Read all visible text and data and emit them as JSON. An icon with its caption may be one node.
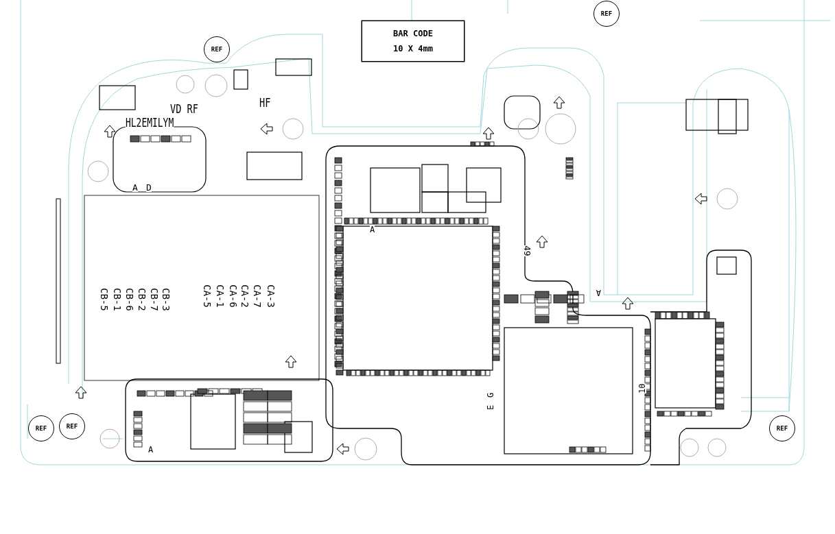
{
  "diagram": {
    "nodes": [
      {
        "text": [
          "BAR CODE",
          "10 X 4mm"
        ]
      },
      {
        "text": [
          "REF"
        ]
      },
      {
        "text": [
          "REF"
        ]
      },
      {
        "text": [
          "REF"
        ]
      },
      {
        "text": [
          "REF"
        ]
      },
      {
        "text": [
          "REF"
        ]
      }
    ],
    "labels": [
      "HL2EMILYM",
      "VD RF",
      "HF",
      "A",
      "D",
      "A",
      "49",
      "CB-5",
      "CB-1",
      "CB-6",
      "CB-2",
      "CB-7",
      "CB-3",
      "CA-5",
      "CA-1",
      "CA-6",
      "CA-2",
      "CA-7",
      "CA-3",
      "A",
      "10",
      "G",
      "E",
      "A"
    ]
  }
}
